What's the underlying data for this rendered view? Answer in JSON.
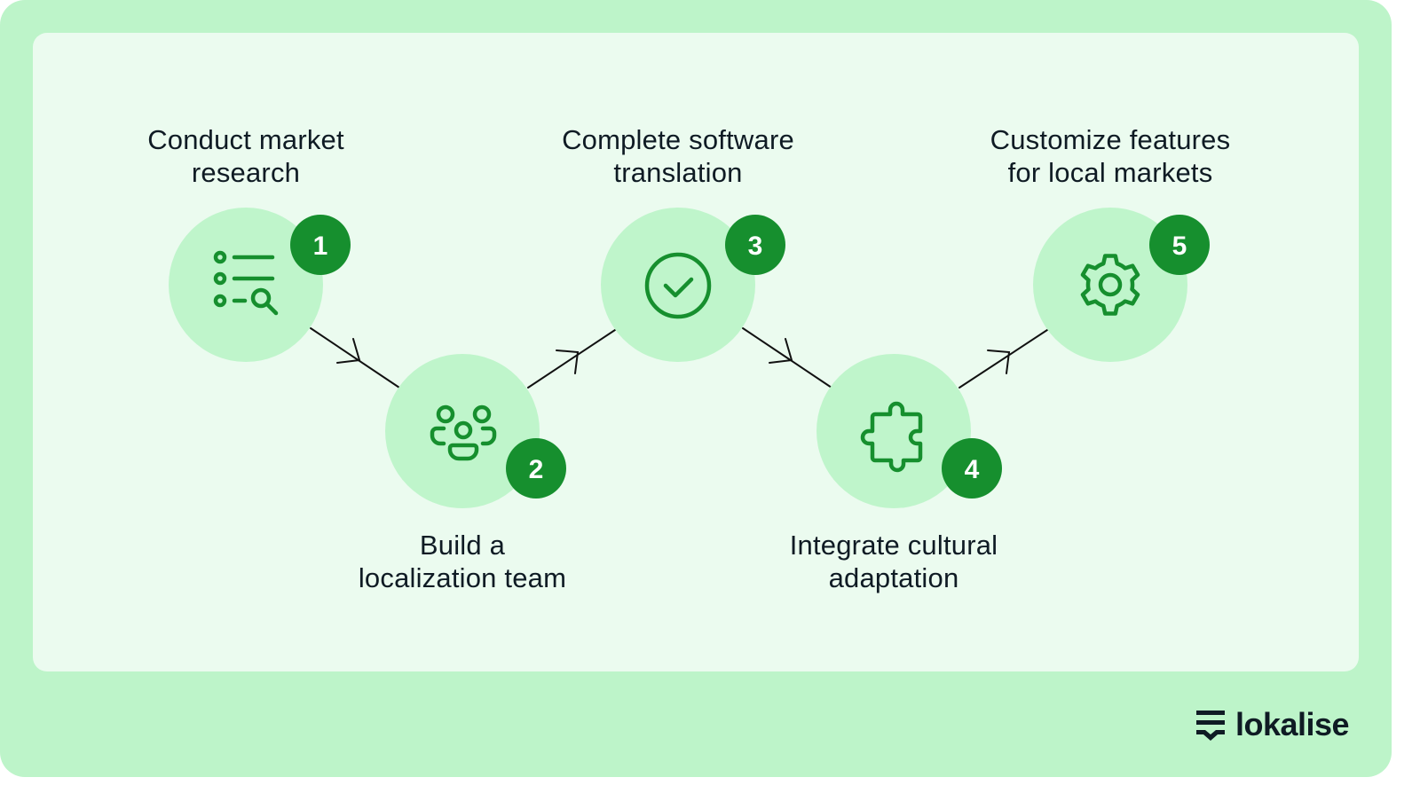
{
  "colors": {
    "frame": "#bdf4c9",
    "panel": "#ebfbef",
    "circle": "#bff5cb",
    "accent": "#168f2e",
    "text": "#0f1b24",
    "arrow": "#111111"
  },
  "steps": [
    {
      "number": "1",
      "title_lines": [
        "Conduct market",
        "research"
      ],
      "icon": "list-search-icon",
      "label_position": "above"
    },
    {
      "number": "2",
      "title_lines": [
        "Build a",
        "localization team"
      ],
      "icon": "team-icon",
      "label_position": "below"
    },
    {
      "number": "3",
      "title_lines": [
        "Complete software",
        "translation"
      ],
      "icon": "check-circle-icon",
      "label_position": "above"
    },
    {
      "number": "4",
      "title_lines": [
        "Integrate cultural",
        "adaptation"
      ],
      "icon": "puzzle-icon",
      "label_position": "below"
    },
    {
      "number": "5",
      "title_lines": [
        "Customize features",
        "for local markets"
      ],
      "icon": "gear-icon",
      "label_position": "above"
    }
  ],
  "connectors": [
    {
      "from": "1",
      "to": "2"
    },
    {
      "from": "2",
      "to": "3"
    },
    {
      "from": "3",
      "to": "4"
    },
    {
      "from": "4",
      "to": "5"
    }
  ],
  "brand": {
    "name": "lokalise",
    "icon": "lokalise-logo-icon"
  }
}
